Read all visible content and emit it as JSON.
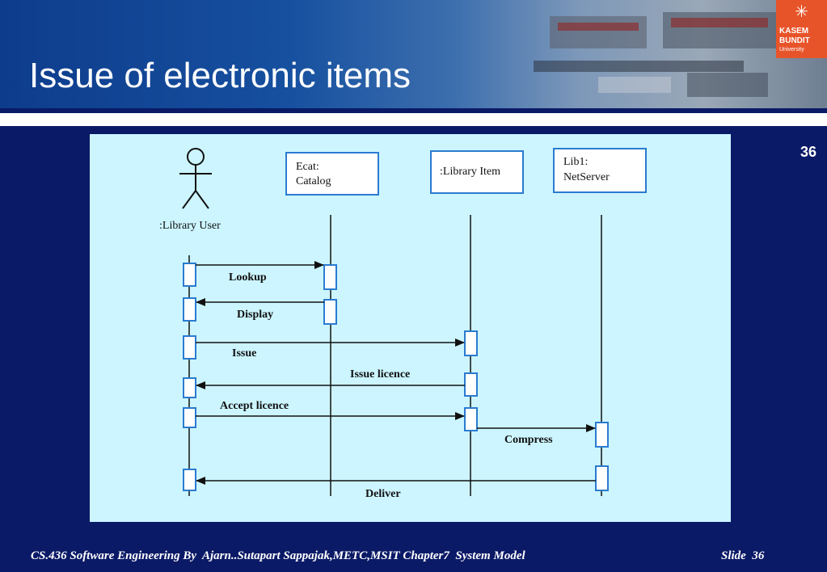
{
  "slide": {
    "title": "Issue of electronic items",
    "page_number": "36"
  },
  "logo": {
    "line1": "KASEM",
    "line2": "BUNDIT",
    "line3": "University",
    "color": "#e8542a"
  },
  "diagram": {
    "actor": {
      "label": ":Library User"
    },
    "objects": [
      {
        "label_lines": [
          "Ecat:",
          "Catalog"
        ]
      },
      {
        "label_lines": [
          ":Library Item"
        ]
      },
      {
        "label_lines": [
          "Lib1:",
          "NetServer"
        ]
      }
    ],
    "messages": [
      {
        "label": "Lookup"
      },
      {
        "label": "Display"
      },
      {
        "label": "Issue"
      },
      {
        "label": "Issue licence"
      },
      {
        "label": "Accept licence"
      },
      {
        "label": "Compress"
      },
      {
        "label": "Deliver"
      }
    ]
  },
  "footer": {
    "course_text": "CS.436 Software Engineering By  Ajarn..Sutapart Sappajak,METC,MSIT Chapter7  System Model",
    "slide_label": "Slide  36"
  },
  "colors": {
    "background": "#0b1a66",
    "diagram_bg": "#ccf5ff",
    "box_border": "#2a7bd0"
  }
}
